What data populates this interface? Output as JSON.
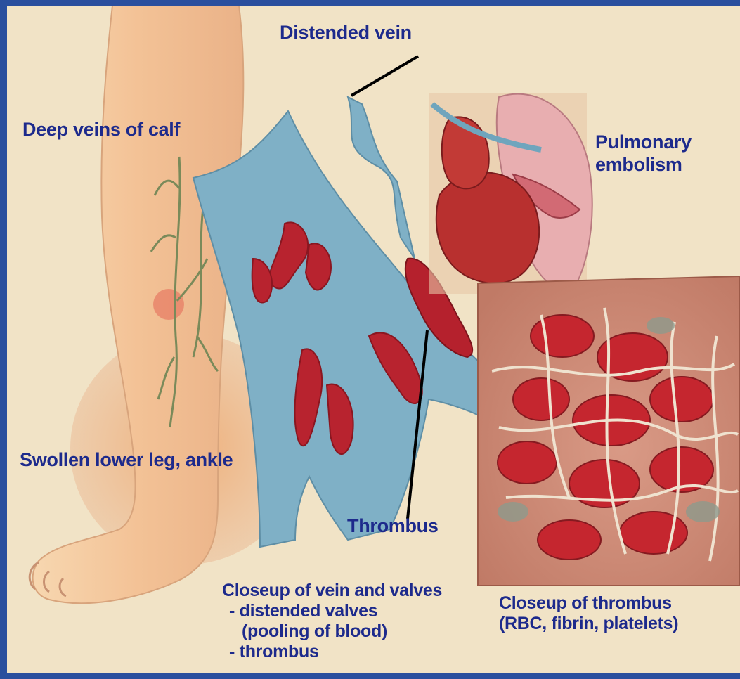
{
  "labels": {
    "distended_vein": "Distended vein",
    "deep_veins": "Deep veins of calf",
    "pulmonary_embolism": [
      "Pulmonary",
      "embolism"
    ],
    "swollen_leg": "Swollen lower leg, ankle",
    "thrombus": "Thrombus",
    "closeup_vein": [
      "Closeup of vein and valves",
      "- distended valves",
      "(pooling of blood)",
      "- thrombus"
    ],
    "closeup_thrombus": [
      "Closeup of thrombus",
      "(RBC, fibrin, platelets)"
    ]
  },
  "colors": {
    "border": "#2a4f9e",
    "background": "#f1e3c6",
    "label_text": "#1d2a8c",
    "vein_blue": "#7fb0c6",
    "blood_red": "#b8232f",
    "skin": "#f3c99c"
  }
}
